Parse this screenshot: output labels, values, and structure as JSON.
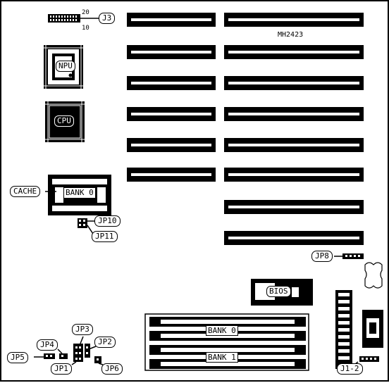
{
  "board": {
    "model": "MH2423",
    "j3": {
      "label": "J3",
      "pin_top": "20",
      "pin_bottom": "10"
    },
    "npu": {
      "label": "NPU"
    },
    "cpu": {
      "label": "CPU"
    },
    "cache": {
      "label": "CACHE",
      "bank_label": "BANK 0"
    },
    "bios": {
      "label": "BIOS"
    },
    "simm_banks": {
      "bank0": "BANK 0",
      "bank1": "BANK 1"
    },
    "jumpers": {
      "jp1": "JP1",
      "jp2": "JP2",
      "jp3": "JP3",
      "jp4": "JP4",
      "jp5": "JP5",
      "jp6": "JP6",
      "jp8": "JP8",
      "jp10": "JP10",
      "jp11": "JP11",
      "j1_2": "J1-2"
    }
  }
}
